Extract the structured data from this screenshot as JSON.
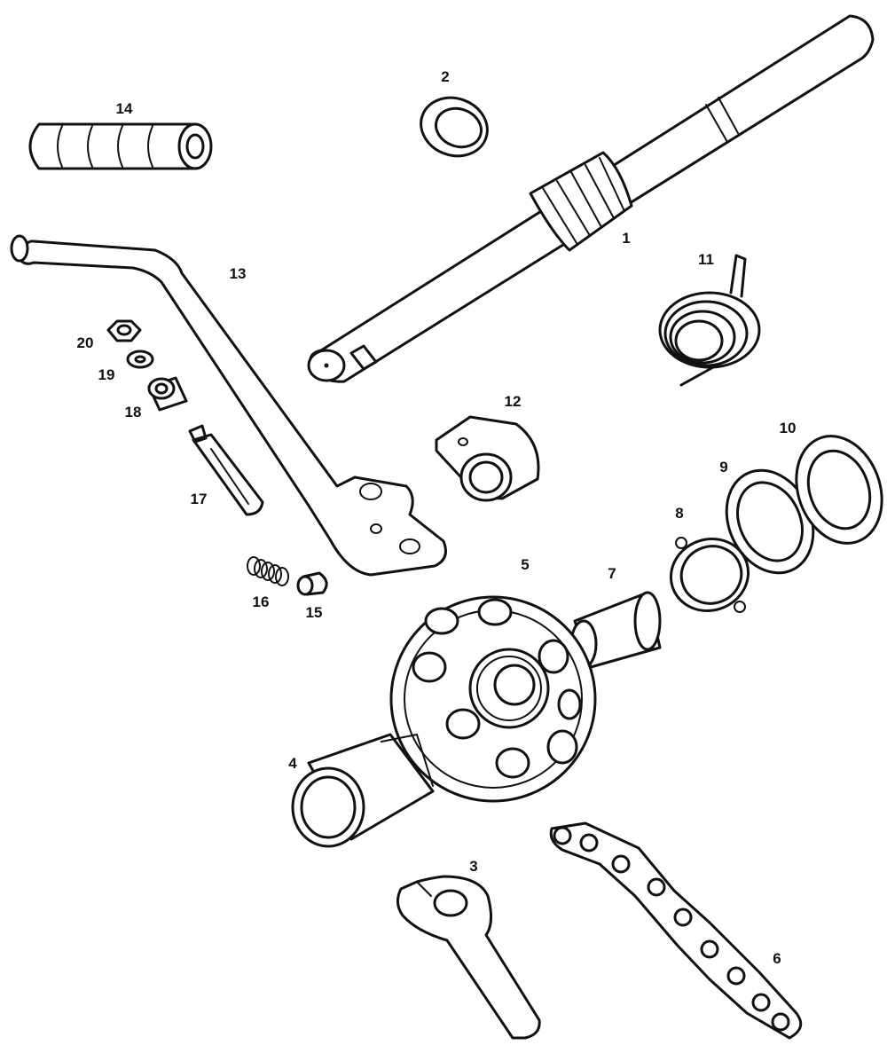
{
  "parts": [
    {
      "number": "1"
    },
    {
      "number": "2"
    },
    {
      "number": "3"
    },
    {
      "number": "4"
    },
    {
      "number": "5"
    },
    {
      "number": "6"
    },
    {
      "number": "7"
    },
    {
      "number": "8"
    },
    {
      "number": "9"
    },
    {
      "number": "10"
    },
    {
      "number": "11"
    },
    {
      "number": "12"
    },
    {
      "number": "13"
    },
    {
      "number": "14"
    },
    {
      "number": "15"
    },
    {
      "number": "16"
    },
    {
      "number": "17"
    },
    {
      "number": "18"
    },
    {
      "number": "19"
    },
    {
      "number": "20"
    }
  ],
  "colors": {
    "ink": "#111111",
    "paper": "#ffffff"
  }
}
